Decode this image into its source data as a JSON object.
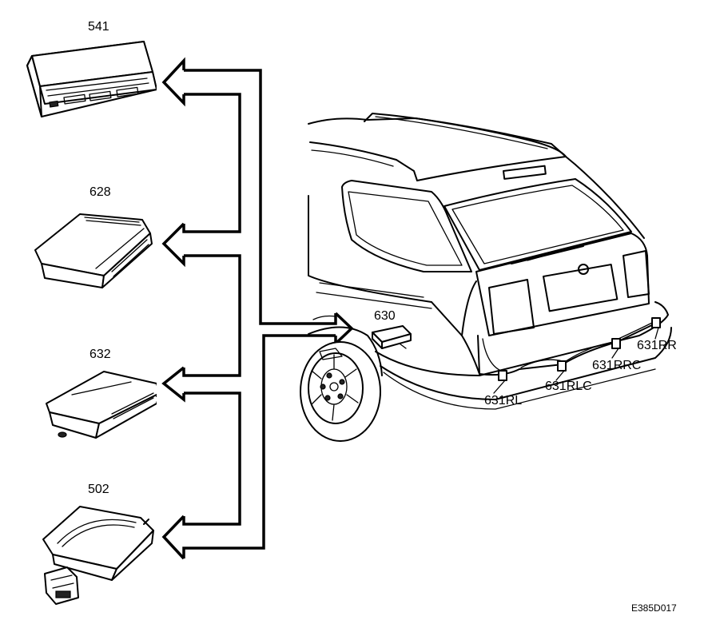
{
  "diagram": {
    "components": [
      {
        "id": "541",
        "label": "541"
      },
      {
        "id": "628",
        "label": "628"
      },
      {
        "id": "632",
        "label": "632"
      },
      {
        "id": "502",
        "label": "502"
      },
      {
        "id": "630",
        "label": "630"
      }
    ],
    "sensors": [
      {
        "id": "631RR",
        "label": "631RR"
      },
      {
        "id": "631RRC",
        "label": "631RRC"
      },
      {
        "id": "631RLC",
        "label": "631RLC"
      },
      {
        "id": "631RL",
        "label": "631RL"
      }
    ],
    "reference_code": "E385D017"
  }
}
